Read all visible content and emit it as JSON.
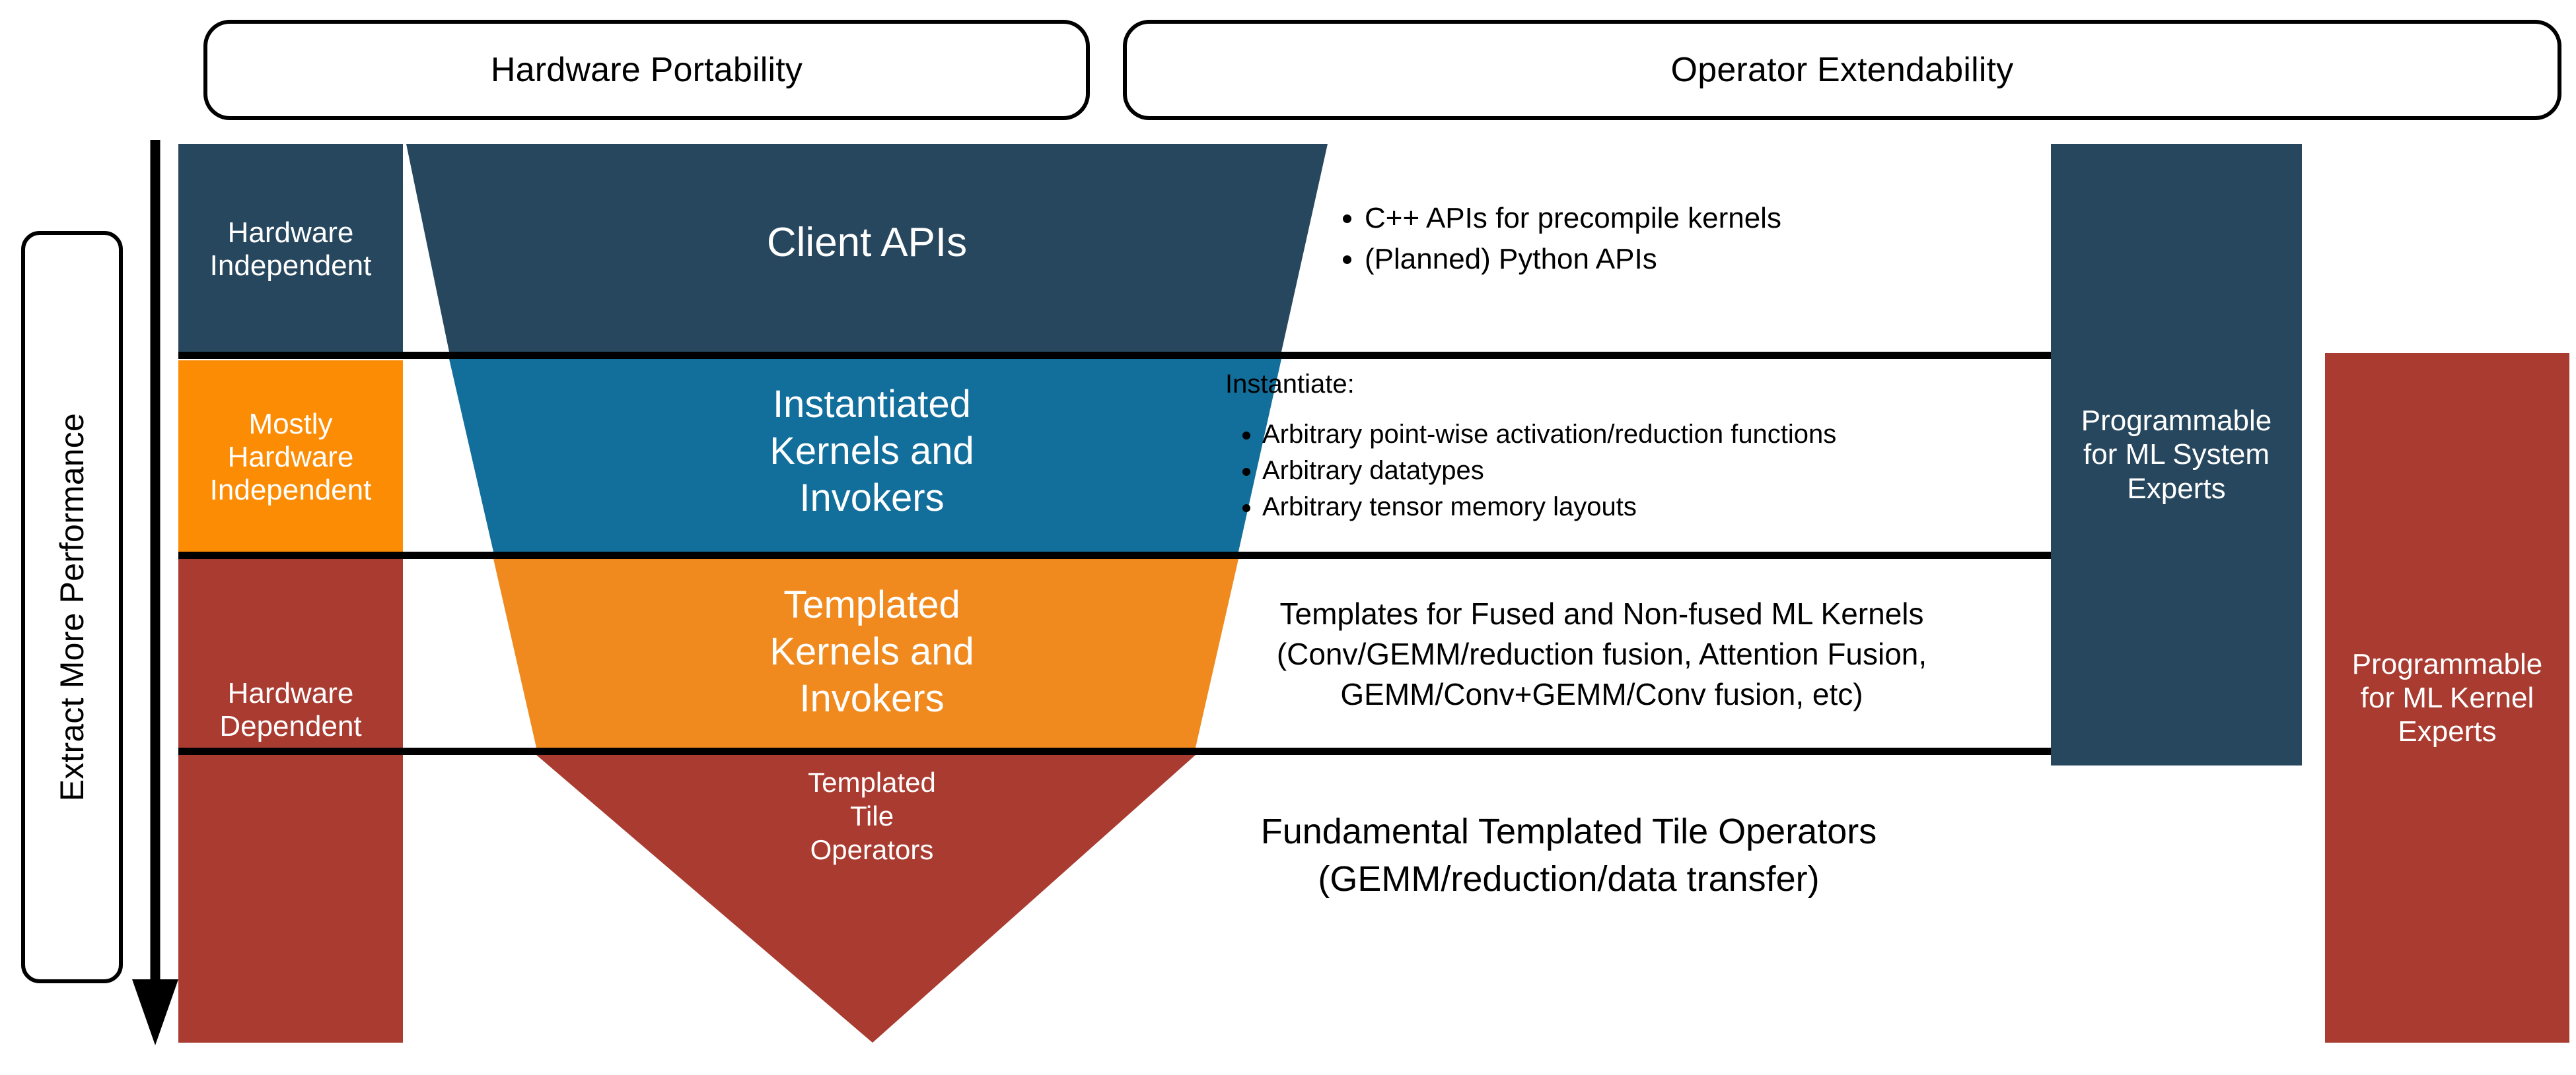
{
  "headers": {
    "hardware_portability": "Hardware Portability",
    "operator_extendability": "Operator Extendability"
  },
  "axis": {
    "performance_label": "Extract More Performance",
    "arrow": "down-arrow"
  },
  "stages_left": [
    {
      "label": "Hardware\nIndependent",
      "color": "#27475e"
    },
    {
      "label": "Mostly\nHardware\nIndependent",
      "color": "#fc8c04"
    },
    {
      "label": "Hardware\nDependent",
      "color": "#a93b30"
    }
  ],
  "funnel": [
    {
      "name": "client-apis",
      "label": "Client APIs",
      "color": "#27475e"
    },
    {
      "name": "instantiated-kernels",
      "label": "Instantiated\nKernels and\nInvokers",
      "color": "#126e9b"
    },
    {
      "name": "templated-kernels",
      "label": "Templated\nKernels and\nInvokers",
      "color": "#f08a1e"
    },
    {
      "name": "templated-tile-operators",
      "label": "Templated\nTile\nOperators",
      "color": "#a93b30"
    }
  ],
  "descriptions": {
    "client_apis_bullets": [
      "C++ APIs for precompile kernels",
      "(Planned) Python APIs"
    ],
    "instantiate_heading": "Instantiate:",
    "instantiate_bullets": [
      "Arbitrary point-wise activation/reduction functions",
      "Arbitrary datatypes",
      "Arbitrary tensor memory layouts"
    ],
    "templated_kernels_text": "Templates for Fused and Non-fused ML Kernels\n(Conv/GEMM/reduction fusion, Attention Fusion,\nGEMM/Conv+GEMM/Conv fusion, etc)",
    "tile_operators_text": "Fundamental Templated Tile Operators\n(GEMM/reduction/data transfer)"
  },
  "personas": [
    {
      "label": "Programmable\nfor ML System\nExperts",
      "color": "#27475e"
    },
    {
      "label": "Programmable\nfor ML Kernel\nExperts",
      "color": "#a93b30"
    }
  ],
  "colors": {
    "navy": "#27475e",
    "blue": "#126e9b",
    "orange_funnel": "#f08a1e",
    "orange_bar": "#fc8c04",
    "red": "#a93b30",
    "line": "#000000",
    "background": "#ffffff"
  }
}
